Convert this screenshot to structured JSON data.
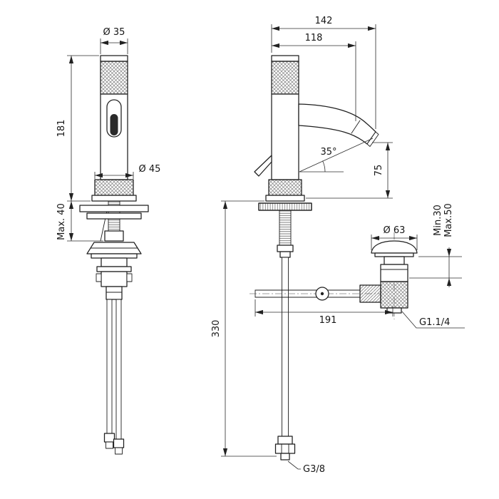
{
  "front_view": {
    "top_diameter": "Ø 35",
    "height": "181",
    "base_diameter": "Ø 45",
    "max_deck": "Max. 40"
  },
  "side_view": {
    "total_depth": "142",
    "spout_reach": "118",
    "spout_angle": "35°",
    "outlet_height": "75",
    "hose_length": "330",
    "hose_thread": "G3/8"
  },
  "drain": {
    "flange_diameter": "Ø 63",
    "deck_min": "Min.30",
    "deck_max": "Max.50",
    "reach": "191",
    "thread": "G1.1/4"
  }
}
